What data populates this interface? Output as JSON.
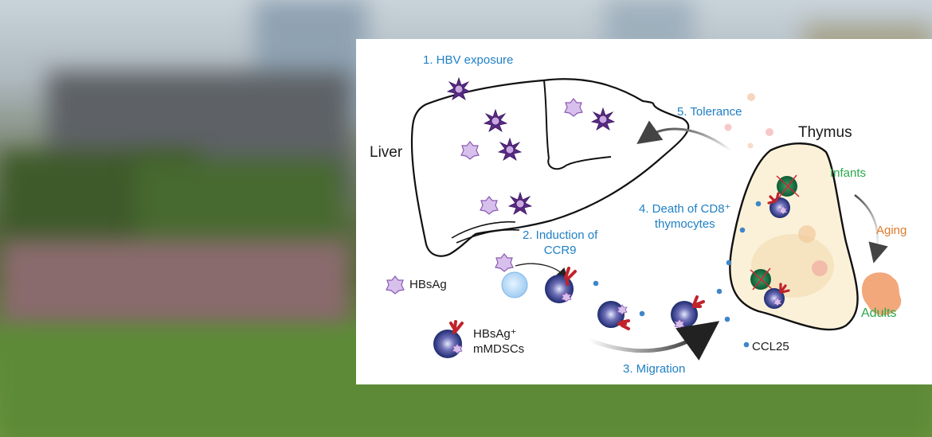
{
  "labels": {
    "hbv_exposure": "1. HBV exposure",
    "induction": "2. Induction of\nCCR9",
    "migration": "3. Migration",
    "death": "4. Death of CD8⁺\nthymocytes",
    "tolerance": "5. Tolerance",
    "liver": "Liver",
    "thymus": "Thymus",
    "infants": "Infants",
    "aging": "Aging",
    "adults": "Adults",
    "hbsag": "HBsAg",
    "mmdsc": "HBsAg⁺\nmMDSCs",
    "ccl25": "CCL25"
  },
  "colors": {
    "blue_text": "#1f7fc4",
    "green_text": "#2aa84a",
    "orange_text": "#e07a2a",
    "virus_purple": "#5a2a84",
    "antigen_lilac": "#c9a8e2",
    "cell_navy": "#1d2a6e",
    "receptor_red": "#c0232a",
    "thymus_fill": "#fbf1d9",
    "ccl25_dot": "#3f86c8"
  }
}
